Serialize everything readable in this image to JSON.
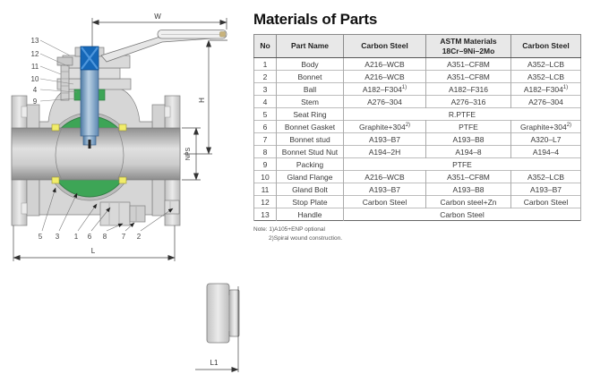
{
  "title": "Materials of Parts",
  "table": {
    "headers": {
      "no": "No",
      "part_name": "Part Name",
      "col1": "Carbon Steel",
      "col2_line1": "ASTM Materials",
      "col2_line2": "18Cr–9Ni–2Mo",
      "col3": "Carbon Steel"
    },
    "rows": [
      {
        "no": "1",
        "part": "Body",
        "c1": "A216–WCB",
        "c2": "A351–CF8M",
        "c3": "A352–LCB"
      },
      {
        "no": "2",
        "part": "Bonnet",
        "c1": "A216–WCB",
        "c2": "A351–CF8M",
        "c3": "A352–LCB"
      },
      {
        "no": "3",
        "part": "Ball",
        "c1": "A182–F304",
        "c1_sup": "1)",
        "c2": "A182–F316",
        "c3": "A182–F304",
        "c3_sup": "1)"
      },
      {
        "no": "4",
        "part": "Stem",
        "c1": "A276–304",
        "c2": "A276–316",
        "c3": "A276–304"
      },
      {
        "no": "5",
        "part": "Seat Ring",
        "span": "R.PTFE"
      },
      {
        "no": "6",
        "part": "Bonnet Gasket",
        "c1": "Graphite+304",
        "c1_sup": "2)",
        "c2": "PTFE",
        "c3": "Graphite+304",
        "c3_sup": "2)"
      },
      {
        "no": "7",
        "part": "Bonnet stud",
        "c1": "A193–B7",
        "c2": "A193–B8",
        "c3": "A320–L7"
      },
      {
        "no": "8",
        "part": "Bonnet Stud Nut",
        "c1": "A194–2H",
        "c2": "A194–8",
        "c3": "A194–4"
      },
      {
        "no": "9",
        "part": "Packing",
        "span": "PTFE"
      },
      {
        "no": "10",
        "part": "Gland Flange",
        "c1": "A216–WCB",
        "c2": "A351–CF8M",
        "c3": "A352–LCB"
      },
      {
        "no": "11",
        "part": "Gland Bolt",
        "c1": "A193–B7",
        "c2": "A193–B8",
        "c3": "A193–B7"
      },
      {
        "no": "12",
        "part": "Stop Plate",
        "c1": "Carbon Steel",
        "c2": "Carbon steel+Zn",
        "c3": "Carbon Steel"
      },
      {
        "no": "13",
        "part": "Handle",
        "span": "Carbon Steel"
      }
    ],
    "notes": {
      "line1": "Note: 1)A105+ENP optional",
      "line2": "2)Spiral wound construction."
    }
  },
  "diagram": {
    "dims": {
      "w": "W",
      "h": "H",
      "nps": "NPS",
      "l": "L",
      "l1": "L1"
    },
    "labels_left": [
      "13",
      "12",
      "11",
      "10",
      "4",
      "9"
    ],
    "labels_bottom": [
      "5",
      "3",
      "1",
      "6",
      "8",
      "7",
      "2"
    ],
    "colors": {
      "ball_green": "#3da556",
      "stem_blue": "#1668b8",
      "seat_yellow": "#f1ec6a",
      "body_gray": "#d6d6d6",
      "grip_tip_tan": "#c9b37c"
    }
  }
}
